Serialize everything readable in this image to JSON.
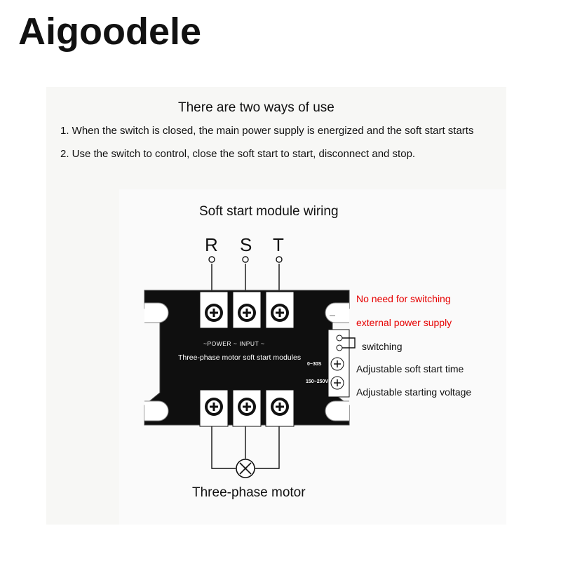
{
  "brand": "Aigoodele",
  "intro": {
    "title": "There are two ways of use",
    "item1": "1. When the switch is closed, the main power supply is energized and the soft start starts",
    "item2": "2. Use the switch to control, close the soft start to start, disconnect and stop."
  },
  "diagram": {
    "title": "Soft start module wiring",
    "phases": [
      "R",
      "S",
      "T"
    ],
    "power_input_label": "~POWER ~ INPUT ~",
    "module_label": "Three-phase motor soft start modules",
    "time_range": "0~30S",
    "voltage_range": "150~250V",
    "motor_label": "Three-phase motor",
    "side_labels": {
      "no_need": "No need for switching",
      "external": "external power supply",
      "switching": "switching",
      "soft_start_time": "Adjustable soft start time",
      "starting_voltage": "Adjustable starting voltage"
    },
    "colors": {
      "red_note": "#e60000",
      "line": "#111111"
    }
  }
}
